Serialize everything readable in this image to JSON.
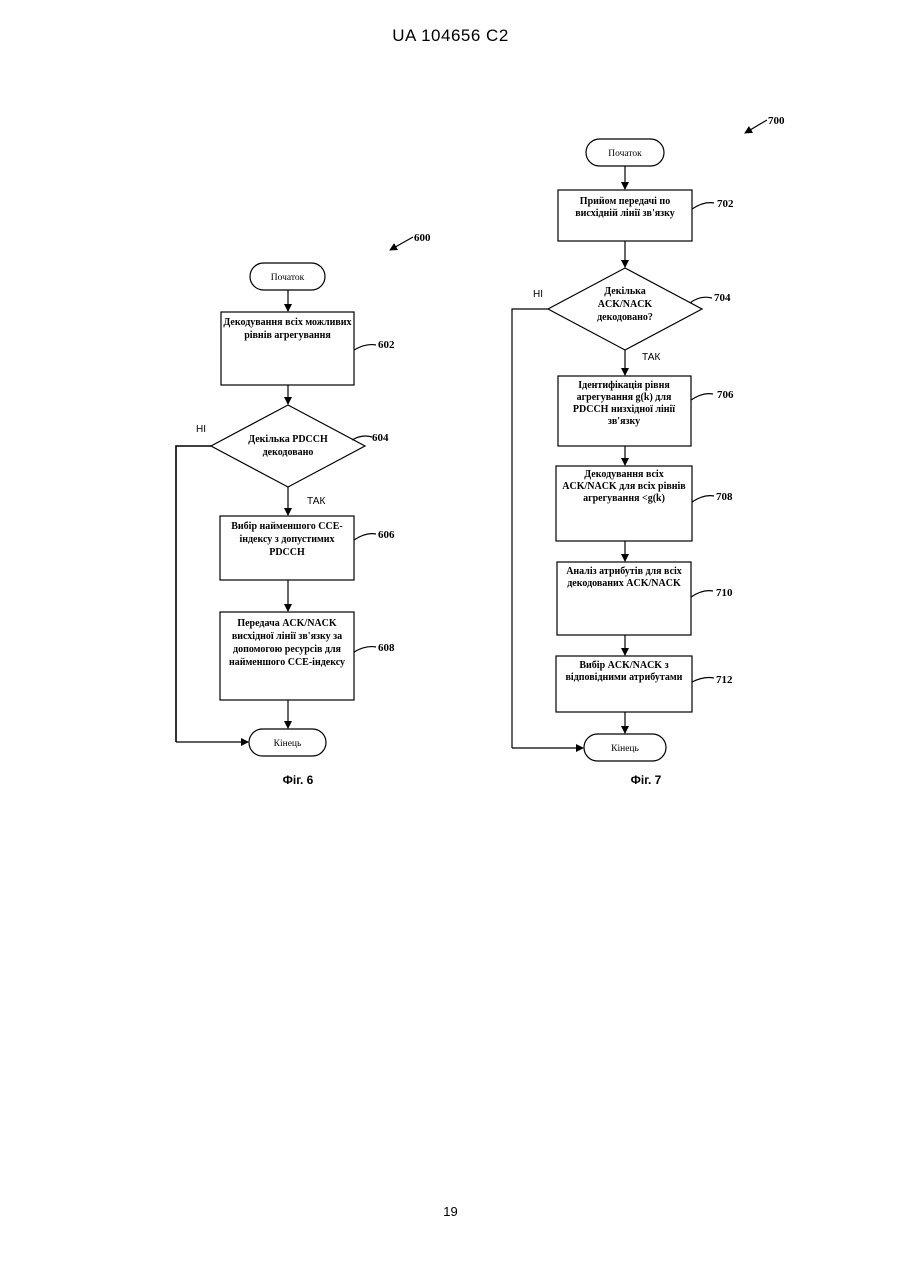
{
  "header": "UA   104656   C2",
  "page_number": "19",
  "fig6": {
    "ref": "600",
    "start": "Початок",
    "step602": {
      "lines": [
        "Декодування всіх можливих",
        "рівнів агрегування"
      ],
      "ref": "602"
    },
    "step604": {
      "lines": [
        "Декілька PDCCH",
        "декодовано"
      ],
      "ref": "604"
    },
    "no_label": "НІ",
    "yes_label": "ТАК",
    "step606": {
      "lines": [
        "Вибір найменшого CCE-",
        "індексу з допустимих",
        "PDCCH"
      ],
      "ref": "606"
    },
    "step608": {
      "lines": [
        "Передача ACK/NACK",
        "висхідної лінії зв'язку за",
        "допомогою ресурсів для",
        "найменшого CCE-індексу"
      ],
      "ref": "608"
    },
    "end": "Кінець",
    "caption": "Фіг. 6"
  },
  "fig7": {
    "ref": "700",
    "start": "Початок",
    "step702": {
      "lines": [
        "Прийом передачі по",
        "висхідній лінії зв'язку"
      ],
      "ref": "702"
    },
    "step704": {
      "lines": [
        "Декілька",
        "ACK/NACK",
        "декодовано?"
      ],
      "ref": "704"
    },
    "no_label": "НІ",
    "yes_label": "ТАК",
    "step706": {
      "lines": [
        "Ідентифікація рівня",
        "агрегування g(k) для",
        "PDCCH низхідної лінії",
        "зв'язку"
      ],
      "ref": "706"
    },
    "step708": {
      "lines": [
        "Декодування всіх",
        "ACK/NACK для всіх рівнів",
        "агрегування <g(k)"
      ],
      "ref": "708"
    },
    "step710": {
      "lines": [
        "Аналіз атрибутів для всіх",
        "декодованих ACK/NACK"
      ],
      "ref": "710"
    },
    "step712": {
      "lines": [
        "Вибір ACK/NACK з",
        "відповідними атрибутами"
      ],
      "ref": "712"
    },
    "end": "Кінець",
    "caption": "Фіг. 7"
  }
}
